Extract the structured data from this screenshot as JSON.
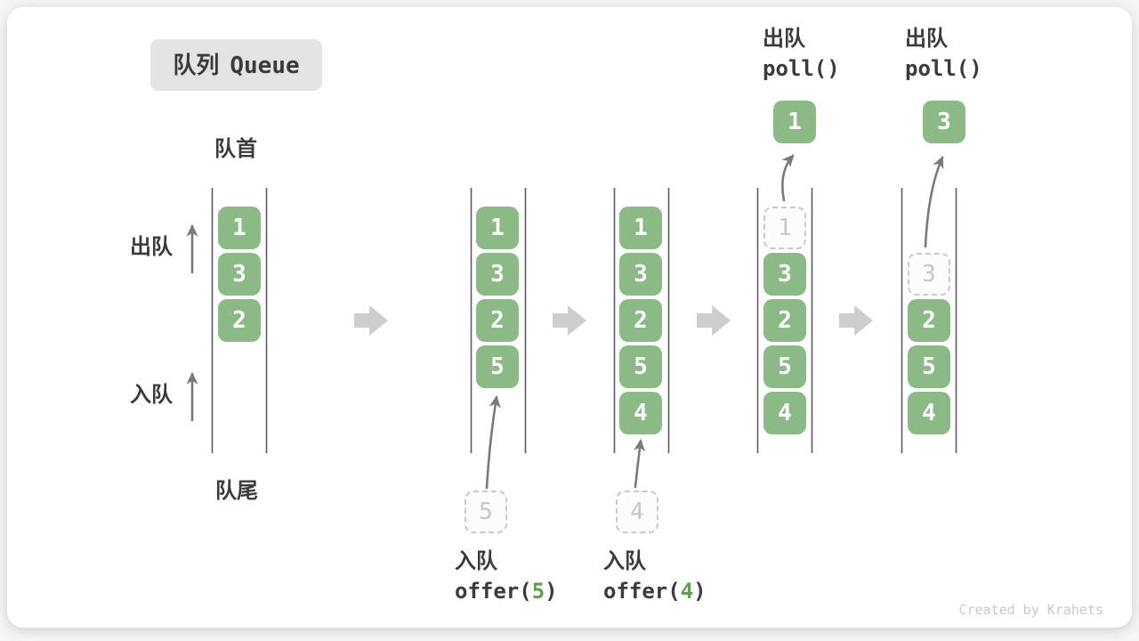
{
  "title": {
    "zh": "队列",
    "en": "Queue"
  },
  "labels": {
    "front": "队首",
    "rear": "队尾",
    "dequeue_side": "出队",
    "enqueue_side": "入队"
  },
  "operations": {
    "poll_a": {
      "label": "出队",
      "code": "poll()",
      "popped": "1"
    },
    "poll_b": {
      "label": "出队",
      "code": "poll()",
      "popped": "3"
    },
    "offer_a": {
      "label": "入队",
      "code_prefix": "offer(",
      "code_arg": "5",
      "code_suffix": ")",
      "incoming": "5"
    },
    "offer_b": {
      "label": "入队",
      "code_prefix": "offer(",
      "code_arg": "4",
      "code_suffix": ")",
      "incoming": "4"
    }
  },
  "queues": {
    "q1": {
      "items": [
        "1",
        "3",
        "2"
      ]
    },
    "q2": {
      "items": [
        "1",
        "3",
        "2",
        "5"
      ]
    },
    "q3": {
      "items": [
        "1",
        "3",
        "2",
        "5",
        "4"
      ]
    },
    "q4": {
      "removed": "1",
      "items": [
        "3",
        "2",
        "5",
        "4"
      ]
    },
    "q5": {
      "removed": "3",
      "items": [
        "2",
        "5",
        "4"
      ]
    }
  },
  "watermark": "Created by Krahets",
  "colors": {
    "box_green": "#8bba86",
    "code_arg_green": "#5ba14f",
    "block_arrow_gray": "#cdcdcd",
    "wall_gray": "#5c5c5c",
    "dashed_gray": "#c9c9c9",
    "badge_gray": "#e4e4e4"
  }
}
